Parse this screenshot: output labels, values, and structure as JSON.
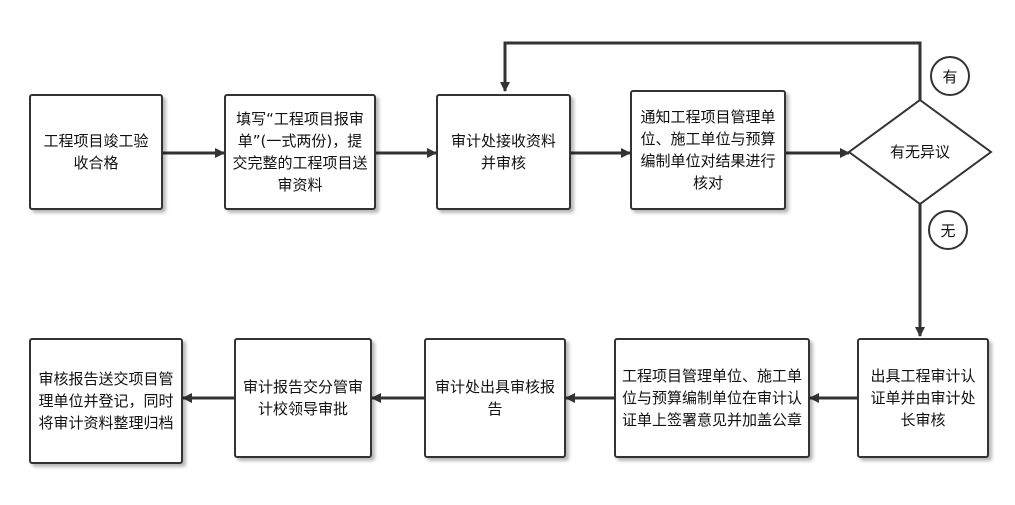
{
  "flow": {
    "step1": "工程项目竣工验收合格",
    "step2": "填写“工程项目报审单”(一式两份)，提交完整的工程项目送审资料",
    "step3": "审计处接收资料并审核",
    "step4": "通知工程项目管理单位、施工单位与预算编制单位对结果进行核对",
    "decision": "有无异议",
    "yes_label": "有",
    "no_label": "无",
    "step5": "出具工程审计认证单并由审计处长审核",
    "step6": "工程项目管理单位、施工单位与预算编制单位在审计认证单上签署意见并加盖公章",
    "step7": "审计处出具审核报告",
    "step8": "审计报告交分管审计校领导审批",
    "step9": "审核报告送交项目管理单位并登记，同时将审计资料整理归档"
  },
  "colors": {
    "line": "#333333",
    "border": "#333333",
    "background": "#ffffff",
    "text": "#111111"
  }
}
